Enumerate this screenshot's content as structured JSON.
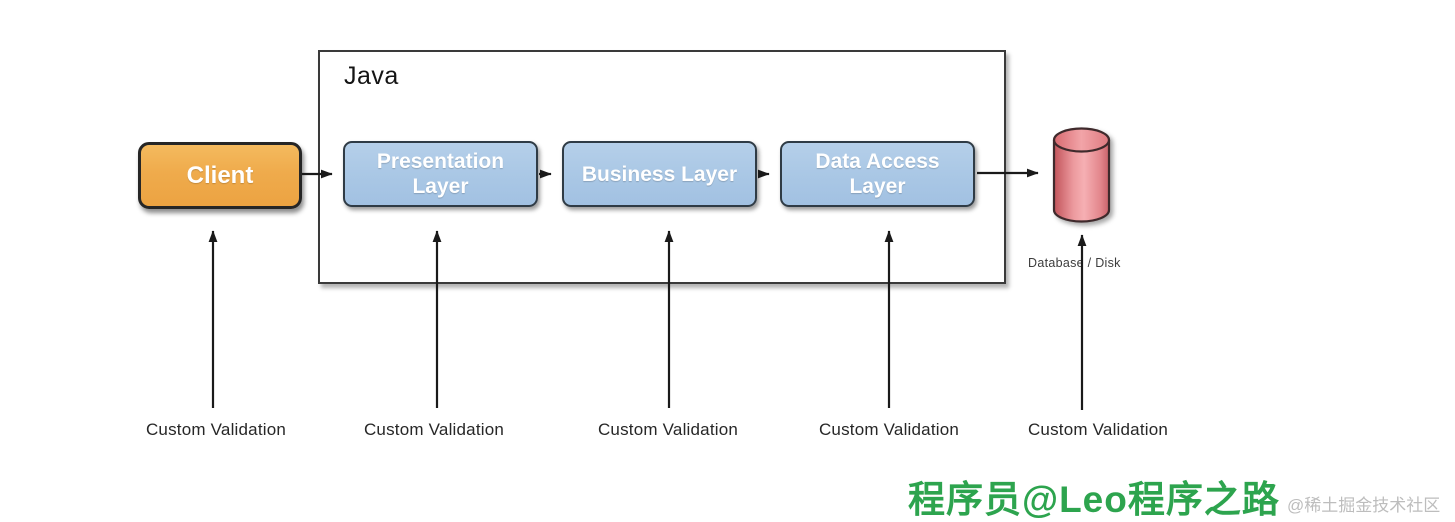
{
  "diagram": {
    "container": {
      "label": "Java"
    },
    "client": {
      "label": "Client",
      "fill": "#EFAB4C",
      "border": "#262626"
    },
    "layers": [
      {
        "label": "Presentation Layer"
      },
      {
        "label": "Business Layer"
      },
      {
        "label": "Data Access Layer"
      }
    ],
    "database": {
      "label": "Database / Disk",
      "fill": "#EE959A"
    },
    "validations": [
      {
        "label": "Custom Validation"
      },
      {
        "label": "Custom Validation"
      },
      {
        "label": "Custom Validation"
      },
      {
        "label": "Custom Validation"
      },
      {
        "label": "Custom Validation"
      }
    ],
    "colors": {
      "layer_fill": "#A9C7E5",
      "arrow": "#1a1a1a",
      "container_border": "#3a3a3a"
    }
  },
  "footer": {
    "caption": "程序员@Leo程序之路",
    "caption_color": "#2DA44E",
    "community_watermark": "@稀土掘金技术社区",
    "watermark_color": "#BDBDBD"
  }
}
